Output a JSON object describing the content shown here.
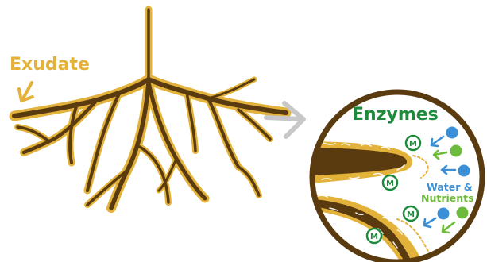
{
  "labels": {
    "exudate": "Exudate",
    "enzymes": "Enzymes",
    "water": "Water &",
    "nutrients": "Nutrients",
    "microbe_letter": "M"
  },
  "colors": {
    "root_outline": "#e2b23a",
    "root_fill": "#5a3b10",
    "exudate_text": "#e2b23a",
    "enzymes_text": "#1e8a3c",
    "microbe": "#1e8a3c",
    "water_dot": "#3b8fd6",
    "nutrient_dot": "#6cbb3c",
    "water_text": "#3b8fd6",
    "nutrients_text": "#6cbb3c",
    "arrow_gray": "#c8c8c8",
    "circle_border": "#5a3b10"
  },
  "icons": [
    "down-left-arrow-icon",
    "chevron-right-icon",
    "microbe-icon",
    "water-dot-icon",
    "nutrient-dot-icon"
  ]
}
